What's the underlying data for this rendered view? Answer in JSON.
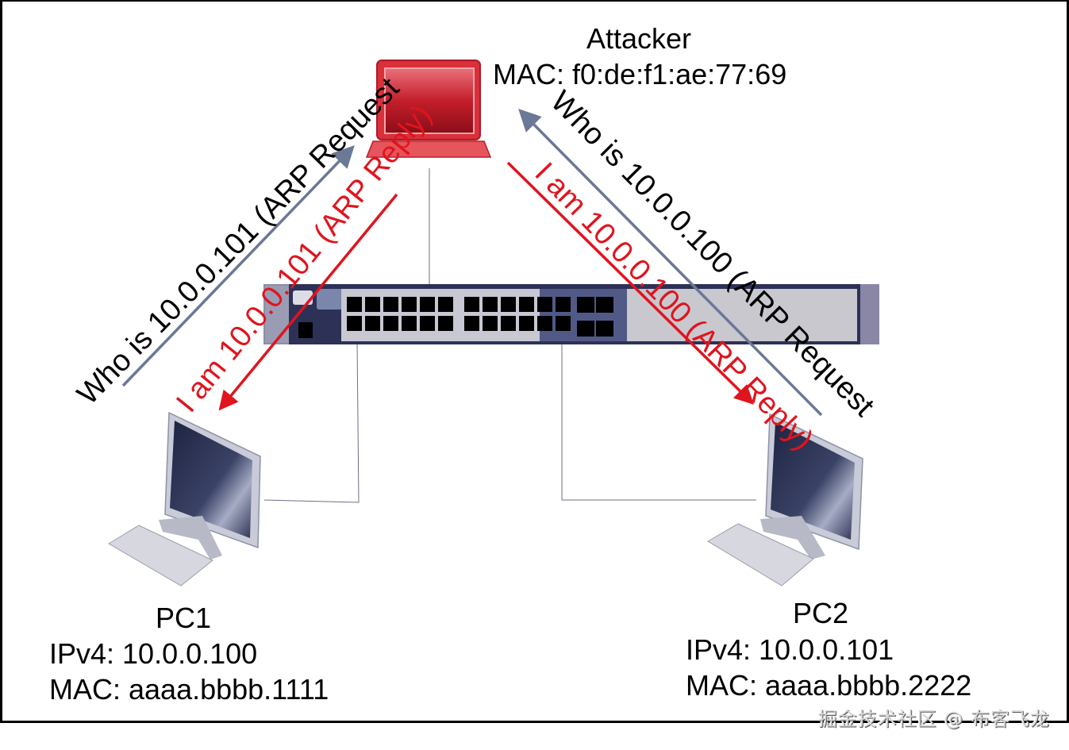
{
  "attacker": {
    "title": "Attacker",
    "mac": "MAC: f0:de:f1:ae:77:69"
  },
  "pc1": {
    "title": "PC1",
    "ipv4": "IPv4: 10.0.0.100",
    "mac": "MAC: aaaa.bbbb.1111"
  },
  "pc2": {
    "title": "PC2",
    "ipv4": "IPv4: 10.0.0.101",
    "mac": "MAC: aaaa.bbbb.2222"
  },
  "arrows": {
    "pc1_request": "Who is 10.0.0.101 (ARP Request",
    "pc1_reply": "I am 10.0.0.101 (ARP Reply)",
    "pc2_request": "Who is 10.0.0.100 (ARP Request",
    "pc2_reply": "I am 10.0.0.100 (ARP Reply)"
  },
  "colors": {
    "request_arrow": "#6b7896",
    "reply_arrow": "#e0141e",
    "attacker_laptop": "#d9303a"
  },
  "icons": {
    "attacker": "laptop-icon",
    "switch": "network-switch-icon",
    "pc1": "desktop-computer-icon",
    "pc2": "desktop-computer-icon"
  },
  "watermark": "掘金技术社区 @ 布客飞龙"
}
